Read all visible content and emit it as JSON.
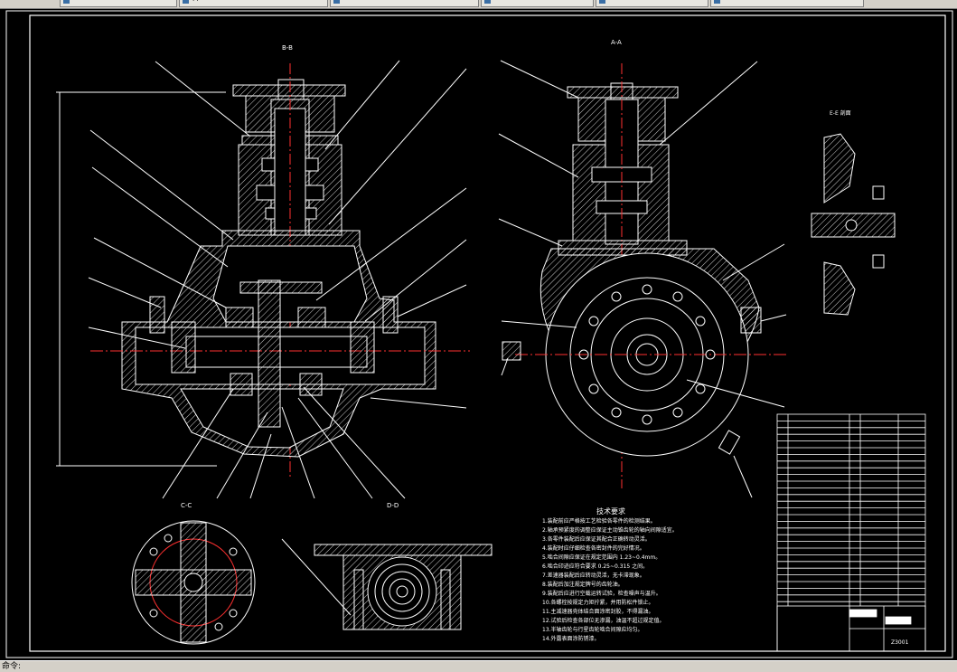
{
  "tabs": [
    {
      "label": ""
    },
    {
      "label": "· ·"
    },
    {
      "label": ""
    },
    {
      "label": ""
    },
    {
      "label": "   "
    },
    {
      "label": ""
    }
  ],
  "status": {
    "prompt": "命令:"
  },
  "drawing": {
    "section_bb": "B-B",
    "section_aa": "A-A",
    "section_cc": "C-C",
    "section_dd": "D-D",
    "section_ee": "E-E 剖面",
    "tech_title": "技术要求",
    "tech_lines": [
      "1.装配前应严格按工艺检验各零件的检测结果。",
      "2.轴承预紧度的调整应保证主动锥齿轮的轴向间隙适宜。",
      "3.各零件装配后应保证其配合正确转动灵活。",
      "4.装配时应仔细检查各密封件的完好情况。",
      "5.啮合间隙应保证在规定范围内 1.23~0.4mm。",
      "6.啮合印迹应符合要求 0.25~0.315 之间。",
      "7.差速器装配后应转动灵活，无卡滞现象。",
      "8.装配后加注规定牌号的齿轮油。",
      "9.装配后应进行空载运转试验，检查噪声与温升。",
      "10.各螺栓按规定力矩拧紧，并用防松件锁止。",
      "11.主减速器壳体结合面涂密封胶，不得漏油。",
      "12.试验后检查各部位无渗漏，油温不超过规定值。",
      "13.半轴齿轮与行星齿轮啮合间隙应均匀。",
      "14.外露表面涂防锈漆。"
    ],
    "title_block": {
      "drawing_no": "Z3001"
    }
  }
}
